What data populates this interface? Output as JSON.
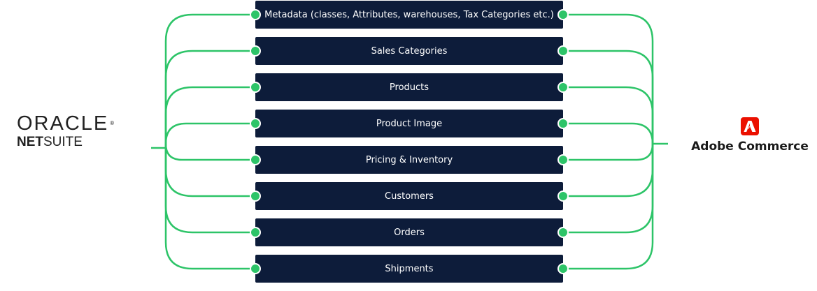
{
  "source_system": {
    "logo_word": "ORACLE",
    "logo_mark": "®",
    "product_bold": "NET",
    "product_light": "SUITE"
  },
  "target_system": {
    "icon": "adobe-icon",
    "name": "Adobe Commerce"
  },
  "colors": {
    "bar_background": "#0d1c3a",
    "connector": "#2dc468",
    "adobe_red": "#eb1000"
  },
  "flows": [
    {
      "label": "Metadata (classes, Attributes, warehouses, Tax Categories etc.)"
    },
    {
      "label": "Sales Categories"
    },
    {
      "label": "Products"
    },
    {
      "label": "Product Image"
    },
    {
      "label": "Pricing & Inventory"
    },
    {
      "label": "Customers"
    },
    {
      "label": "Orders"
    },
    {
      "label": "Shipments"
    }
  ]
}
